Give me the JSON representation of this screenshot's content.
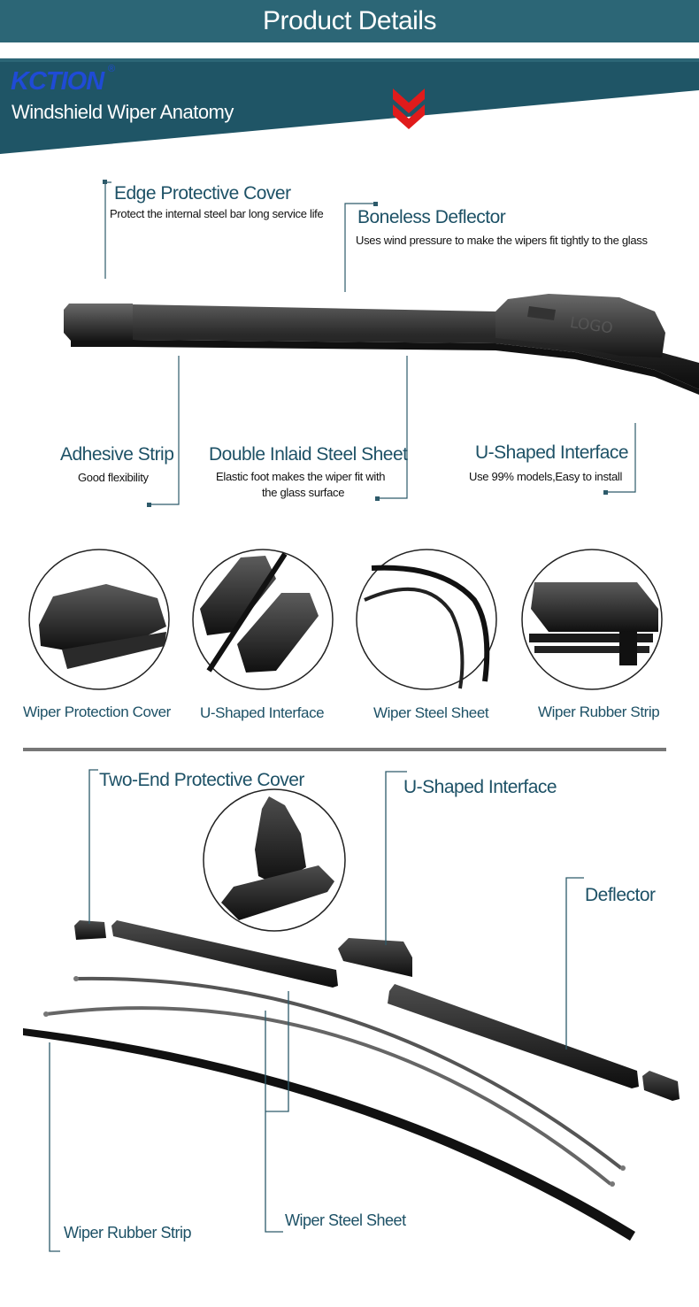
{
  "header": {
    "title": "Product Details"
  },
  "banner": {
    "brand": "KCTION",
    "brand_mark": "®",
    "title": "Windshield Wiper Anatomy",
    "accent_color": "#e01b1b",
    "background_color": "#1f5566"
  },
  "anatomy": {
    "blade_logo": "LOGO",
    "callouts": [
      {
        "title": "Edge Protective Cover",
        "description": "Protect the internal steel bar long service life"
      },
      {
        "title": "Boneless Deflector",
        "description": "Uses wind pressure to make the wipers fit tightly to the glass"
      },
      {
        "title": "Adhesive Strip",
        "description": "Good flexibility"
      },
      {
        "title": "Double Inlaid Steel Sheet",
        "description_line1": "Elastic foot makes the wiper fit with",
        "description_line2": "the glass surface"
      },
      {
        "title": "U-Shaped Interface",
        "description": "Use 99% models,Easy to install"
      }
    ]
  },
  "details": [
    {
      "label": "Wiper Protection Cover"
    },
    {
      "label": "U-Shaped Interface"
    },
    {
      "label": "Wiper Steel Sheet"
    },
    {
      "label": "Wiper Rubber Strip"
    }
  ],
  "exploded": {
    "labels": {
      "cover": "Two-End Protective Cover",
      "interface": "U-Shaped Interface",
      "deflector": "Deflector",
      "rubber": "Wiper Rubber Strip",
      "steel": "Wiper Steel Sheet"
    }
  },
  "colors": {
    "primary": "#2c6676",
    "label_text": "#1d5166",
    "line": "#2d5a6a"
  }
}
